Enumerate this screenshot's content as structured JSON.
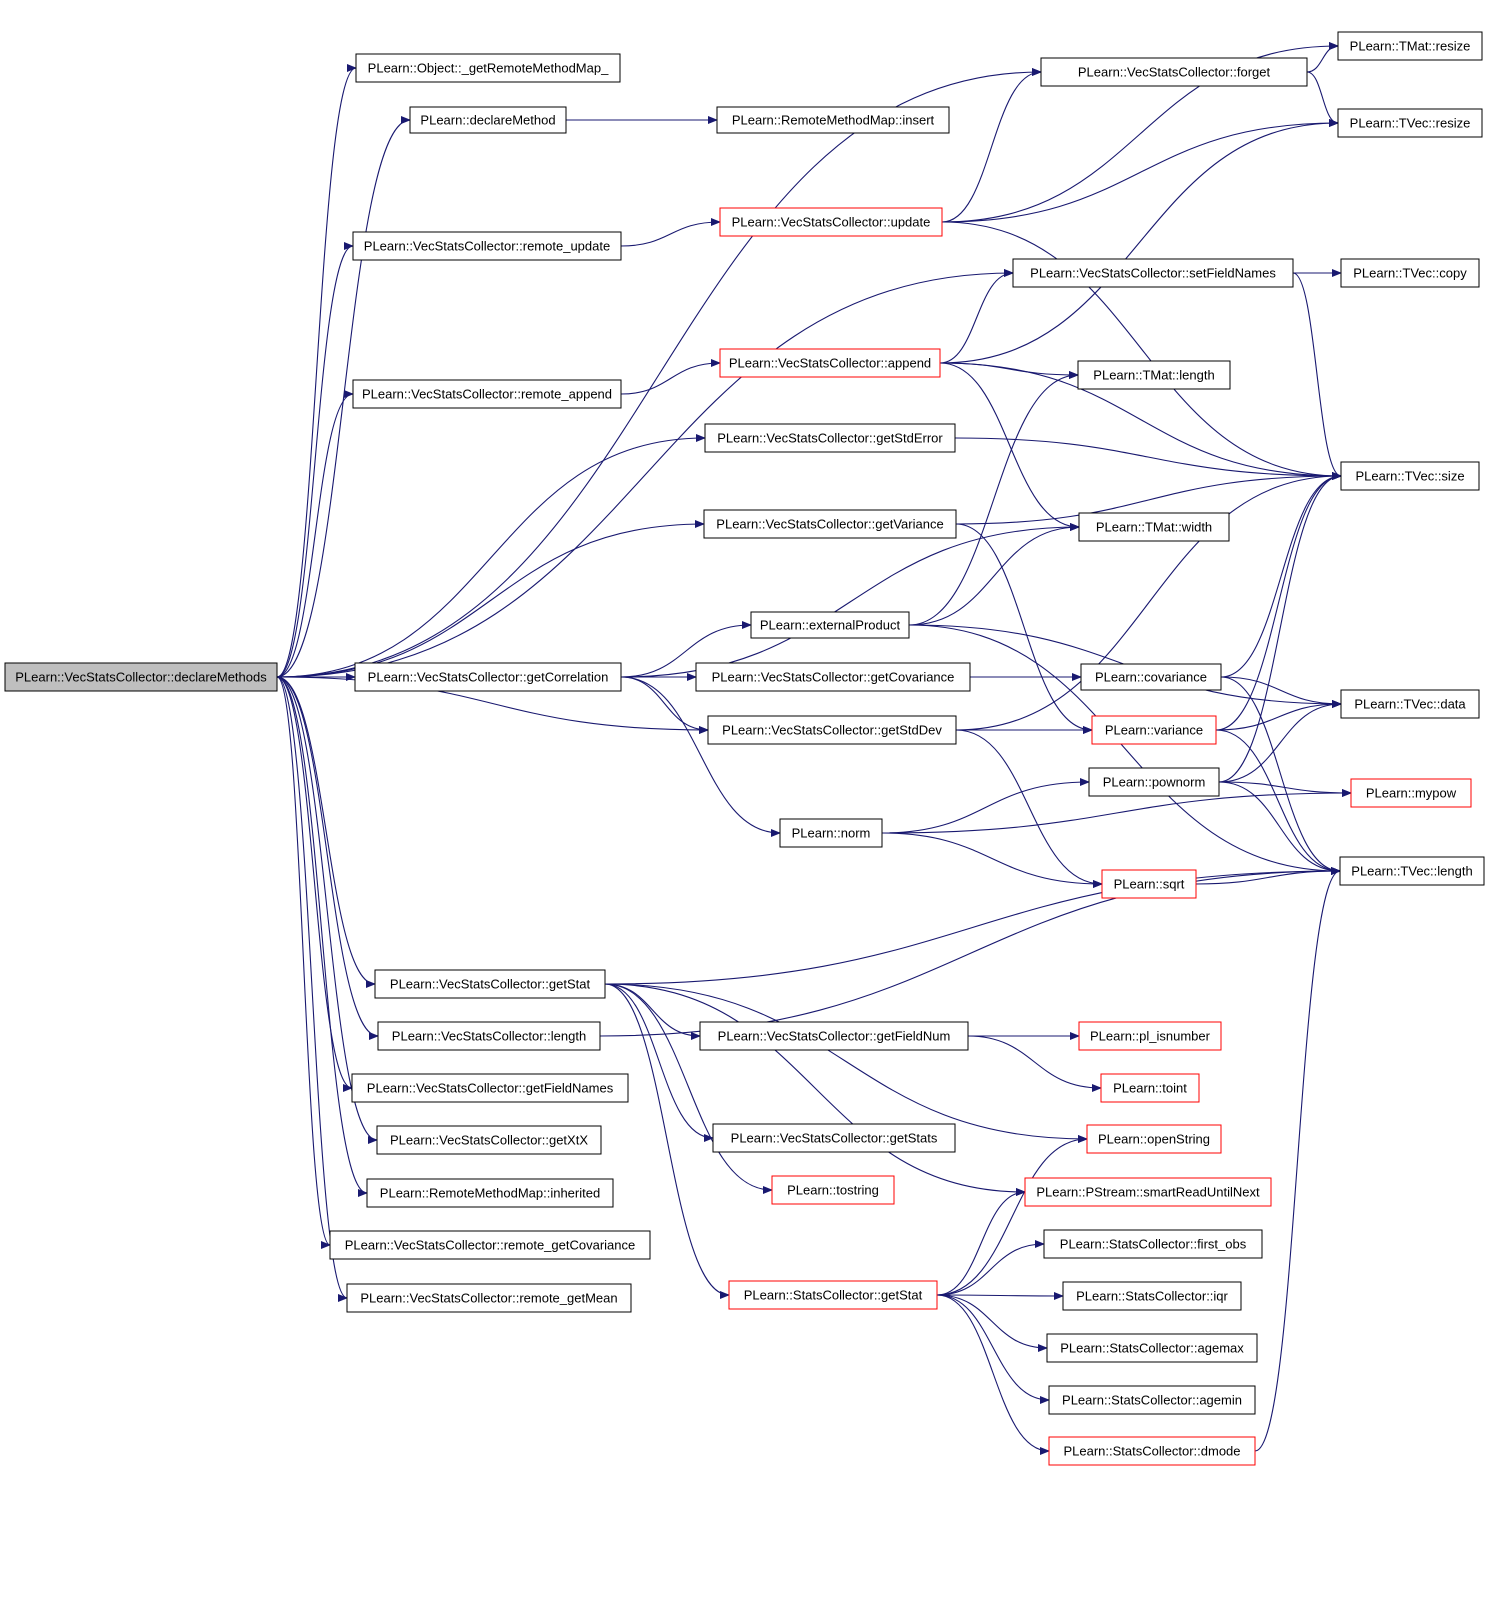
{
  "colors": {
    "edge": "#191970",
    "node_border": "#000000",
    "truncated_border": "#ff0000",
    "root_fill": "#bfbfbf",
    "background": "#ffffff"
  },
  "nodes": {
    "declareMethods": {
      "label": "PLearn::VecStatsCollector::declareMethods",
      "kind": "root"
    },
    "getRemoteMethodMap": {
      "label": "PLearn::Object::_getRemoteMethodMap_",
      "kind": "normal"
    },
    "declareMethod": {
      "label": "PLearn::declareMethod",
      "kind": "normal"
    },
    "rmmInsert": {
      "label": "PLearn::RemoteMethodMap::insert",
      "kind": "normal"
    },
    "tmatResize": {
      "label": "PLearn::TMat::resize",
      "kind": "normal"
    },
    "forget": {
      "label": "PLearn::VecStatsCollector::forget",
      "kind": "normal"
    },
    "tvecResize": {
      "label": "PLearn::TVec::resize",
      "kind": "normal"
    },
    "update": {
      "label": "PLearn::VecStatsCollector::update",
      "kind": "truncated"
    },
    "remoteUpdate": {
      "label": "PLearn::VecStatsCollector::remote_update",
      "kind": "normal"
    },
    "setFieldNames": {
      "label": "PLearn::VecStatsCollector::setFieldNames",
      "kind": "normal"
    },
    "tvecCopy": {
      "label": "PLearn::TVec::copy",
      "kind": "normal"
    },
    "append": {
      "label": "PLearn::VecStatsCollector::append",
      "kind": "truncated"
    },
    "tmatLength": {
      "label": "PLearn::TMat::length",
      "kind": "normal"
    },
    "remoteAppend": {
      "label": "PLearn::VecStatsCollector::remote_append",
      "kind": "normal"
    },
    "getStdError": {
      "label": "PLearn::VecStatsCollector::getStdError",
      "kind": "normal"
    },
    "tvecSize": {
      "label": "PLearn::TVec::size",
      "kind": "normal"
    },
    "getVariance": {
      "label": "PLearn::VecStatsCollector::getVariance",
      "kind": "normal"
    },
    "tmatWidth": {
      "label": "PLearn::TMat::width",
      "kind": "normal"
    },
    "externalProduct": {
      "label": "PLearn::externalProduct",
      "kind": "normal"
    },
    "getCorrelation": {
      "label": "PLearn::VecStatsCollector::getCorrelation",
      "kind": "normal"
    },
    "getCovariance": {
      "label": "PLearn::VecStatsCollector::getCovariance",
      "kind": "normal"
    },
    "covariance": {
      "label": "PLearn::covariance",
      "kind": "normal"
    },
    "tvecData": {
      "label": "PLearn::TVec::data",
      "kind": "normal"
    },
    "getStdDev": {
      "label": "PLearn::VecStatsCollector::getStdDev",
      "kind": "normal"
    },
    "variance": {
      "label": "PLearn::variance",
      "kind": "truncated"
    },
    "pownorm": {
      "label": "PLearn::pownorm",
      "kind": "normal"
    },
    "mypow": {
      "label": "PLearn::mypow",
      "kind": "truncated"
    },
    "norm": {
      "label": "PLearn::norm",
      "kind": "normal"
    },
    "tvecLength": {
      "label": "PLearn::TVec::length",
      "kind": "normal"
    },
    "sqrt": {
      "label": "PLearn::sqrt",
      "kind": "truncated"
    },
    "getStat": {
      "label": "PLearn::VecStatsCollector::getStat",
      "kind": "normal"
    },
    "length": {
      "label": "PLearn::VecStatsCollector::length",
      "kind": "normal"
    },
    "getFieldNum": {
      "label": "PLearn::VecStatsCollector::getFieldNum",
      "kind": "normal"
    },
    "plIsnumber": {
      "label": "PLearn::pl_isnumber",
      "kind": "truncated"
    },
    "getFieldNames": {
      "label": "PLearn::VecStatsCollector::getFieldNames",
      "kind": "normal"
    },
    "toint": {
      "label": "PLearn::toint",
      "kind": "truncated"
    },
    "getXtX": {
      "label": "PLearn::VecStatsCollector::getXtX",
      "kind": "normal"
    },
    "getStats": {
      "label": "PLearn::VecStatsCollector::getStats",
      "kind": "normal"
    },
    "openString": {
      "label": "PLearn::openString",
      "kind": "truncated"
    },
    "inherited": {
      "label": "PLearn::RemoteMethodMap::inherited",
      "kind": "normal"
    },
    "tostring": {
      "label": "PLearn::tostring",
      "kind": "truncated"
    },
    "smartRead": {
      "label": "PLearn::PStream::smartReadUntilNext",
      "kind": "truncated"
    },
    "remoteGetCovariance": {
      "label": "PLearn::VecStatsCollector::remote_getCovariance",
      "kind": "normal"
    },
    "firstObs": {
      "label": "PLearn::StatsCollector::first_obs",
      "kind": "normal"
    },
    "scGetStat": {
      "label": "PLearn::StatsCollector::getStat",
      "kind": "truncated"
    },
    "iqr": {
      "label": "PLearn::StatsCollector::iqr",
      "kind": "normal"
    },
    "remoteGetMean": {
      "label": "PLearn::VecStatsCollector::remote_getMean",
      "kind": "normal"
    },
    "agemax": {
      "label": "PLearn::StatsCollector::agemax",
      "kind": "normal"
    },
    "agemin": {
      "label": "PLearn::StatsCollector::agemin",
      "kind": "normal"
    },
    "dmode": {
      "label": "PLearn::StatsCollector::dmode",
      "kind": "truncated"
    }
  },
  "edges": [
    [
      "declareMethods",
      "getRemoteMethodMap"
    ],
    [
      "declareMethods",
      "declareMethod"
    ],
    [
      "declareMethods",
      "forget"
    ],
    [
      "declareMethods",
      "remoteUpdate"
    ],
    [
      "declareMethods",
      "setFieldNames"
    ],
    [
      "declareMethods",
      "remoteAppend"
    ],
    [
      "declareMethods",
      "getStdError"
    ],
    [
      "declareMethods",
      "getVariance"
    ],
    [
      "declareMethods",
      "getCorrelation"
    ],
    [
      "declareMethods",
      "getStdDev"
    ],
    [
      "declareMethods",
      "getStat"
    ],
    [
      "declareMethods",
      "length"
    ],
    [
      "declareMethods",
      "getFieldNames"
    ],
    [
      "declareMethods",
      "getXtX"
    ],
    [
      "declareMethods",
      "inherited"
    ],
    [
      "declareMethods",
      "remoteGetCovariance"
    ],
    [
      "declareMethods",
      "remoteGetMean"
    ],
    [
      "declareMethod",
      "rmmInsert"
    ],
    [
      "remoteUpdate",
      "update"
    ],
    [
      "remoteAppend",
      "append"
    ],
    [
      "update",
      "forget"
    ],
    [
      "update",
      "tmatResize"
    ],
    [
      "update",
      "tvecResize"
    ],
    [
      "update",
      "tvecSize"
    ],
    [
      "forget",
      "tmatResize"
    ],
    [
      "forget",
      "tvecResize"
    ],
    [
      "setFieldNames",
      "tvecCopy"
    ],
    [
      "setFieldNames",
      "tvecSize"
    ],
    [
      "append",
      "setFieldNames"
    ],
    [
      "append",
      "tvecResize"
    ],
    [
      "append",
      "tvecSize"
    ],
    [
      "append",
      "tmatLength"
    ],
    [
      "append",
      "tmatWidth"
    ],
    [
      "getStdError",
      "tvecSize"
    ],
    [
      "getVariance",
      "tvecSize"
    ],
    [
      "getVariance",
      "variance"
    ],
    [
      "getCorrelation",
      "externalProduct"
    ],
    [
      "getCorrelation",
      "getCovariance"
    ],
    [
      "getCorrelation",
      "getStdDev"
    ],
    [
      "getCorrelation",
      "norm"
    ],
    [
      "getCorrelation",
      "tmatWidth"
    ],
    [
      "externalProduct",
      "tmatLength"
    ],
    [
      "externalProduct",
      "tmatWidth"
    ],
    [
      "externalProduct",
      "tvecData"
    ],
    [
      "externalProduct",
      "tvecLength"
    ],
    [
      "getCovariance",
      "covariance"
    ],
    [
      "covariance",
      "tvecSize"
    ],
    [
      "covariance",
      "tvecData"
    ],
    [
      "covariance",
      "tvecLength"
    ],
    [
      "getStdDev",
      "tvecSize"
    ],
    [
      "getStdDev",
      "variance"
    ],
    [
      "getStdDev",
      "sqrt"
    ],
    [
      "variance",
      "tvecSize"
    ],
    [
      "variance",
      "tvecData"
    ],
    [
      "variance",
      "tvecLength"
    ],
    [
      "pownorm",
      "tvecSize"
    ],
    [
      "pownorm",
      "tvecData"
    ],
    [
      "pownorm",
      "mypow"
    ],
    [
      "pownorm",
      "tvecLength"
    ],
    [
      "norm",
      "pownorm"
    ],
    [
      "norm",
      "sqrt"
    ],
    [
      "norm",
      "mypow"
    ],
    [
      "sqrt",
      "tvecLength"
    ],
    [
      "getStat",
      "tvecLength"
    ],
    [
      "getStat",
      "getFieldNum"
    ],
    [
      "getStat",
      "openString"
    ],
    [
      "getStat",
      "getStats"
    ],
    [
      "getStat",
      "tostring"
    ],
    [
      "getStat",
      "smartRead"
    ],
    [
      "getStat",
      "scGetStat"
    ],
    [
      "length",
      "tvecLength"
    ],
    [
      "getFieldNum",
      "plIsnumber"
    ],
    [
      "getFieldNum",
      "toint"
    ],
    [
      "scGetStat",
      "openString"
    ],
    [
      "scGetStat",
      "smartRead"
    ],
    [
      "scGetStat",
      "firstObs"
    ],
    [
      "scGetStat",
      "iqr"
    ],
    [
      "scGetStat",
      "agemax"
    ],
    [
      "scGetStat",
      "agemin"
    ],
    [
      "scGetStat",
      "dmode"
    ],
    [
      "dmode",
      "tvecLength"
    ]
  ]
}
